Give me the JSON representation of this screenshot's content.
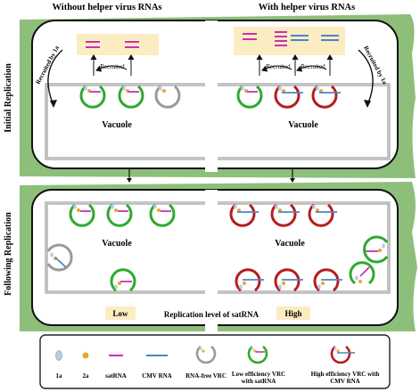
{
  "headers": {
    "left": "Without helper virus RNAs",
    "right": "With helper virus RNAs"
  },
  "side_labels": {
    "top": "Initial Replication",
    "bottom": "Following Replication"
  },
  "annotations": {
    "recruited_by_1a": "Recruited by 1a",
    "recruited": "Recruited",
    "vacuole": "Vacuole",
    "replication_level": "Replication level of satRNA",
    "low": "Low",
    "high": "High"
  },
  "legend": {
    "items": [
      {
        "id": "1a",
        "label": "1a"
      },
      {
        "id": "2a",
        "label": "2a"
      },
      {
        "id": "satrna",
        "label": "satRNA"
      },
      {
        "id": "cmv",
        "label": "CMV RNA"
      },
      {
        "id": "rna_free",
        "label": "RNA-free VRC"
      },
      {
        "id": "low_eff",
        "label": "Low efficiency VRC with satRNA"
      },
      {
        "id": "high_eff",
        "label": "High efficiency VRC with CMV RNA"
      }
    ]
  },
  "colors": {
    "cell_green": "#8dbf7a",
    "sat_magenta": "#cc2fb4",
    "cmv_blue": "#4c84c8",
    "vrc_green": "#2eaa2e",
    "vrc_red": "#b51e1e",
    "vrc_gray": "#9a9a9a",
    "highlight": "#fbecc2",
    "one_a": "#b7cde0",
    "two_a": "#e9a532"
  }
}
